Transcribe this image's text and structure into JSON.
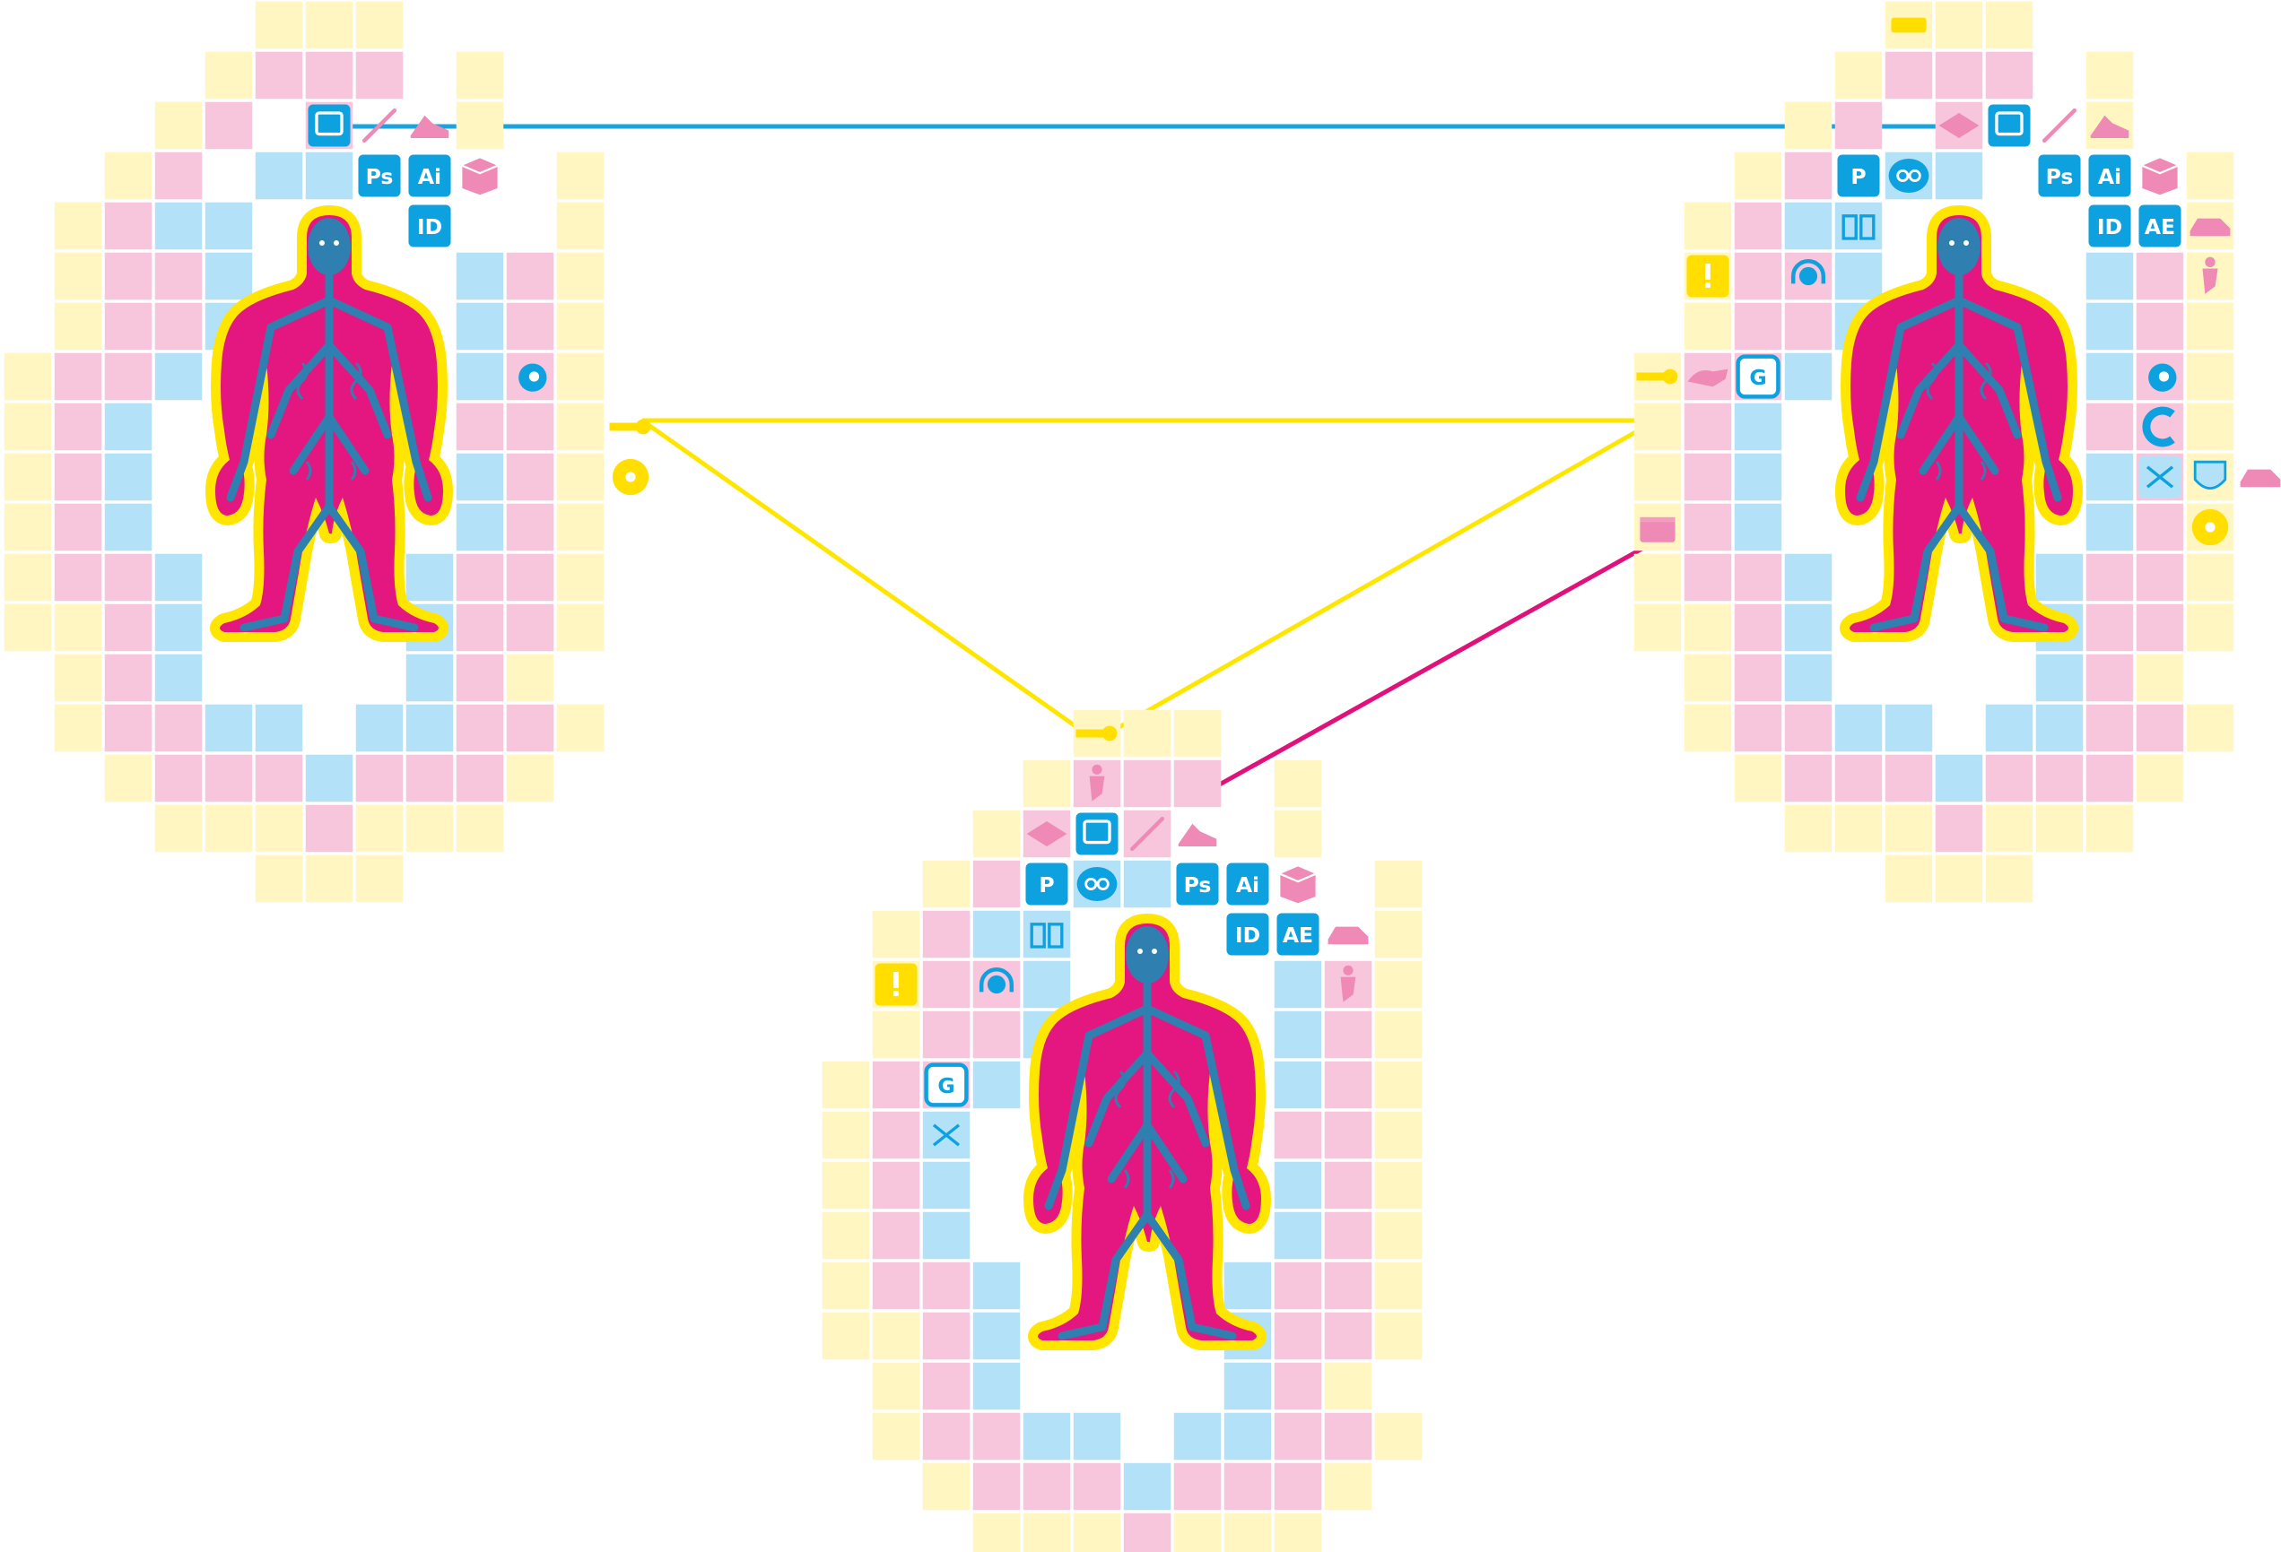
{
  "colors": {
    "background": "#ffffff",
    "cell_yellow": "#fff6c2",
    "cell_pink": "#f7c6dc",
    "cell_blue": "#b3e1f7",
    "link_blue": "#1aa3dd",
    "link_yellow": "#ffe600",
    "link_magenta": "#e0117a",
    "body_magenta": "#e3177f",
    "vein_blue": "#2f7fb0",
    "glow_yellow": "#ffe600",
    "icon_blue": "#0ea1e0",
    "icon_pink": "#ee8ab5",
    "icon_yellow": "#ffde00"
  },
  "icon_labels": {
    "photoshop": "Ps",
    "illustrator": "Ai",
    "indesign": "ID",
    "after_effects": "AE",
    "google": "G",
    "cinema4d": "C",
    "premiere": "P"
  },
  "nodes": [
    {
      "id": "node-left",
      "icons": [
        "screen-icon",
        "pen-icon",
        "shoe-icon",
        "photoshop-icon",
        "illustrator-icon",
        "box-icon",
        "indesign-icon",
        "blender-icon",
        "key-icon",
        "disc-icon"
      ]
    },
    {
      "id": "node-right",
      "icons": [
        "tag-label-icon",
        "diamond-icon",
        "screen-icon",
        "pen-icon",
        "shoe-icon",
        "premiere-icon",
        "cc-icon",
        "photoshop-icon",
        "illustrator-icon",
        "box-icon",
        "tools-icon",
        "indesign-icon",
        "after-effects-icon",
        "car-icon",
        "alert-icon",
        "headphones-icon",
        "figure-icon",
        "key-icon",
        "animal-icon",
        "google-icon",
        "blender-icon",
        "cinema4d-icon",
        "tile-pattern-icon",
        "shield-icon",
        "car-icon",
        "disc-icon",
        "cake-icon",
        "figure-icon"
      ]
    },
    {
      "id": "node-bottom",
      "icons": [
        "key-icon",
        "figure-icon",
        "diamond-icon",
        "screen-icon",
        "pen-icon",
        "shoe-icon",
        "premiere-icon",
        "cc-icon",
        "photoshop-icon",
        "illustrator-icon",
        "box-icon",
        "tools-icon",
        "indesign-icon",
        "after-effects-icon",
        "car-icon",
        "alert-icon",
        "headphones-icon",
        "figure-icon",
        "google-icon",
        "tile-pattern-icon"
      ]
    }
  ],
  "links": [
    {
      "from": "node-left",
      "to": "node-right",
      "color": "link_blue"
    },
    {
      "from": "node-left",
      "to": "node-right",
      "color": "link_yellow"
    },
    {
      "from": "node-left",
      "to": "node-bottom",
      "color": "link_yellow"
    },
    {
      "from": "node-right",
      "to": "node-bottom",
      "color": "link_yellow"
    },
    {
      "from": "node-right",
      "to": "node-bottom",
      "color": "link_magenta"
    }
  ]
}
